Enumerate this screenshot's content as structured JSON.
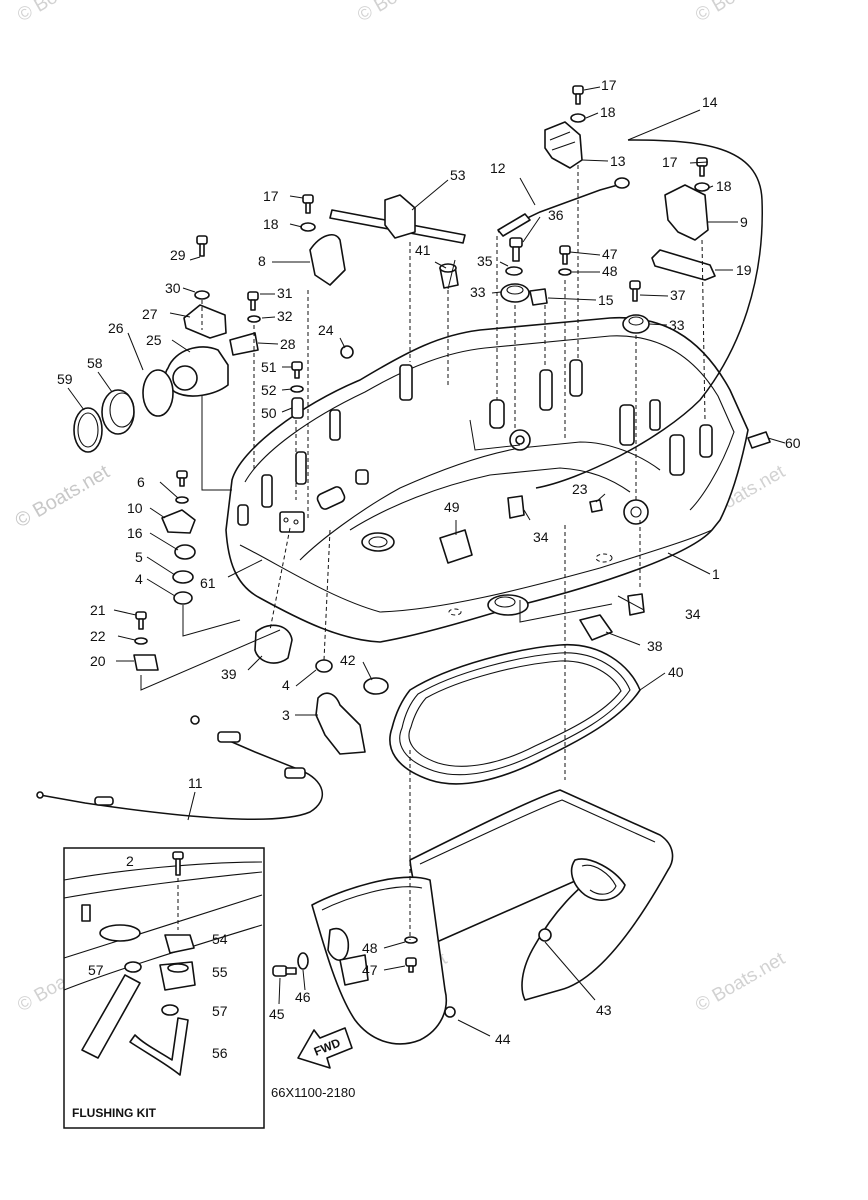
{
  "part_labels": [
    {
      "id": "1",
      "text": "1"
    },
    {
      "id": "2",
      "text": "2"
    },
    {
      "id": "3",
      "text": "3"
    },
    {
      "id": "4a",
      "text": "4"
    },
    {
      "id": "4b",
      "text": "4"
    },
    {
      "id": "5",
      "text": "5"
    },
    {
      "id": "6",
      "text": "6"
    },
    {
      "id": "8",
      "text": "8"
    },
    {
      "id": "9",
      "text": "9"
    },
    {
      "id": "10",
      "text": "10"
    },
    {
      "id": "11",
      "text": "11"
    },
    {
      "id": "12",
      "text": "12"
    },
    {
      "id": "13",
      "text": "13"
    },
    {
      "id": "14",
      "text": "14"
    },
    {
      "id": "15",
      "text": "15"
    },
    {
      "id": "16",
      "text": "16"
    },
    {
      "id": "17a",
      "text": "17"
    },
    {
      "id": "17b",
      "text": "17"
    },
    {
      "id": "17c",
      "text": "17"
    },
    {
      "id": "18a",
      "text": "18"
    },
    {
      "id": "18b",
      "text": "18"
    },
    {
      "id": "18c",
      "text": "18"
    },
    {
      "id": "19",
      "text": "19"
    },
    {
      "id": "20",
      "text": "20"
    },
    {
      "id": "21",
      "text": "21"
    },
    {
      "id": "22",
      "text": "22"
    },
    {
      "id": "23",
      "text": "23"
    },
    {
      "id": "24",
      "text": "24"
    },
    {
      "id": "25",
      "text": "25"
    },
    {
      "id": "26",
      "text": "26"
    },
    {
      "id": "27",
      "text": "27"
    },
    {
      "id": "28",
      "text": "28"
    },
    {
      "id": "29",
      "text": "29"
    },
    {
      "id": "30",
      "text": "30"
    },
    {
      "id": "31",
      "text": "31"
    },
    {
      "id": "32",
      "text": "32"
    },
    {
      "id": "33a",
      "text": "33"
    },
    {
      "id": "33b",
      "text": "33"
    },
    {
      "id": "34a",
      "text": "34"
    },
    {
      "id": "34b",
      "text": "34"
    },
    {
      "id": "35",
      "text": "35"
    },
    {
      "id": "36",
      "text": "36"
    },
    {
      "id": "37",
      "text": "37"
    },
    {
      "id": "38",
      "text": "38"
    },
    {
      "id": "39",
      "text": "39"
    },
    {
      "id": "40",
      "text": "40"
    },
    {
      "id": "41",
      "text": "41"
    },
    {
      "id": "42",
      "text": "42"
    },
    {
      "id": "43",
      "text": "43"
    },
    {
      "id": "44",
      "text": "44"
    },
    {
      "id": "45",
      "text": "45"
    },
    {
      "id": "46",
      "text": "46"
    },
    {
      "id": "47a",
      "text": "47"
    },
    {
      "id": "47b",
      "text": "47"
    },
    {
      "id": "48a",
      "text": "48"
    },
    {
      "id": "48b",
      "text": "48"
    },
    {
      "id": "49",
      "text": "49"
    },
    {
      "id": "50",
      "text": "50"
    },
    {
      "id": "51",
      "text": "51"
    },
    {
      "id": "52",
      "text": "52"
    },
    {
      "id": "53",
      "text": "53"
    },
    {
      "id": "54",
      "text": "54"
    },
    {
      "id": "55",
      "text": "55"
    },
    {
      "id": "56",
      "text": "56"
    },
    {
      "id": "57a",
      "text": "57"
    },
    {
      "id": "57b",
      "text": "57"
    },
    {
      "id": "58",
      "text": "58"
    },
    {
      "id": "59",
      "text": "59"
    },
    {
      "id": "60",
      "text": "60"
    },
    {
      "id": "61",
      "text": "61"
    }
  ],
  "inset": {
    "title": "FLUSHING KIT"
  },
  "diagram_code": "66X1100-2180",
  "watermark": {
    "main": "© Boats.net",
    "faded": "© Boats.net"
  },
  "colors": {
    "line": "#111111",
    "watermark": "#c8c8c8",
    "background": "#ffffff"
  },
  "fwd_label": "FWD"
}
